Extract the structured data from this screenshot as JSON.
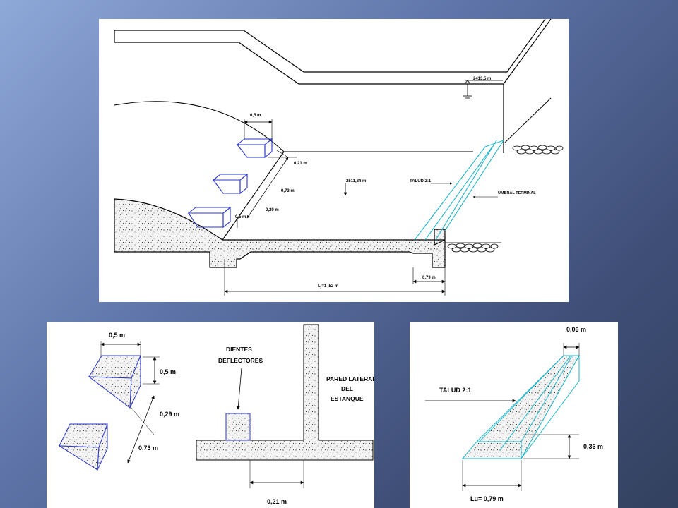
{
  "main": {
    "level_top": "2413,5 m",
    "level_floor": "2511,84 m",
    "dim_block_width": "0,5 m",
    "dim_block_height": "0,5 m",
    "dim_spacing_a": "0,21 m",
    "dim_spacing_b": "0,73 m",
    "dim_spacing_c": "0,29 m",
    "talud_label": "TALUD 2:1",
    "umbral_label": "UMBRAL TERMINAL",
    "length_label": "Lj=1 ,52 m",
    "end_label": "0,79 m"
  },
  "dientes": {
    "dim_width": "0,5 m",
    "dim_height": "0,5 m",
    "dim_gap": "0,29 m",
    "dim_length": "0,73 m",
    "dientes_label_1": "DIENTES",
    "dientes_label_2": "DEFLECTORES",
    "pared_label_1": "PARED LATERAL",
    "pared_label_2": "DEL",
    "pared_label_3": "ESTANQUE",
    "dim_bottom": "0,21 m"
  },
  "umbral": {
    "dim_top": "0,06 m",
    "talud_label": "TALUD  2:1",
    "dim_height": "0,36 m",
    "dim_length": "Lu= 0,79 m"
  },
  "colors": {
    "deflector_blue": "#2a36c8",
    "umbral_cyan": "#22b5c8",
    "concrete_fill": "#f2f2f2"
  }
}
